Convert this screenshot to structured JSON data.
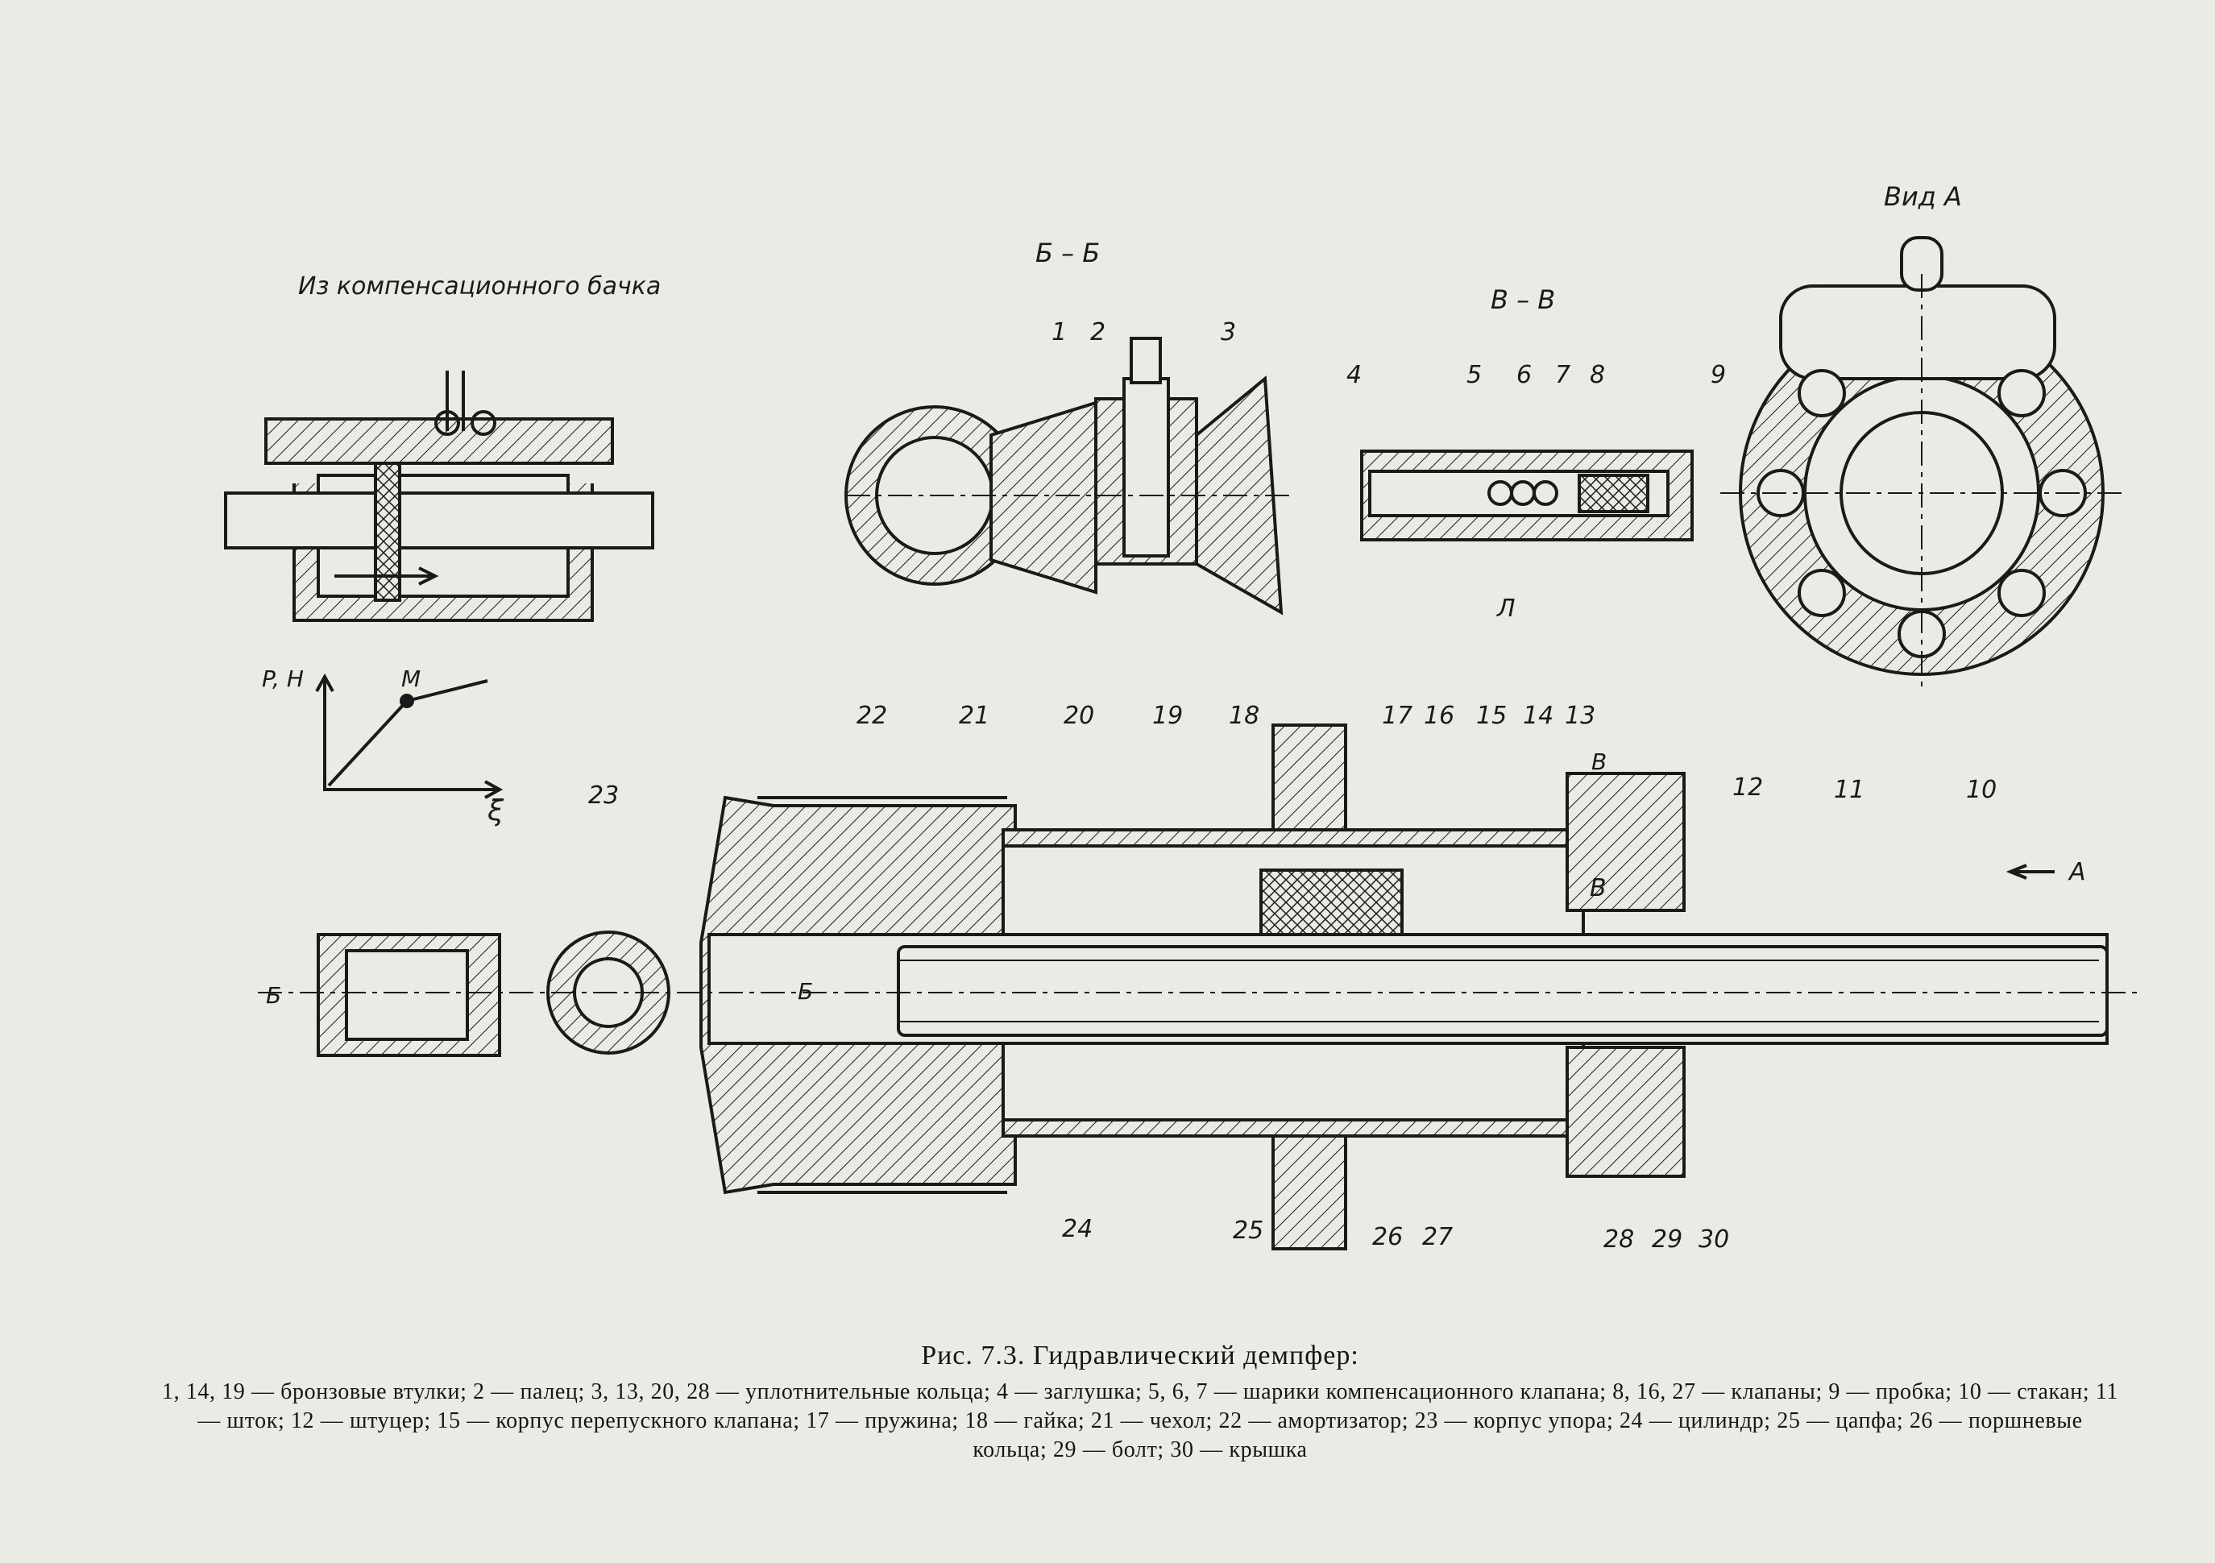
{
  "labels": {
    "compensation_note": "Из компенсационного бачка",
    "graph_y": "P, Н",
    "graph_point": "M",
    "graph_x": "ξ",
    "section_bb": "Б – Б",
    "section_vv": "В – В",
    "view_a": "Вид А",
    "arrow_a": "А",
    "cut_b": "Б",
    "mark_v": "В",
    "mark_l": "Л"
  },
  "callouts": [
    "1",
    "2",
    "3",
    "4",
    "5",
    "6",
    "7",
    "8",
    "9",
    "10",
    "11",
    "12",
    "13",
    "14",
    "15",
    "16",
    "17",
    "18",
    "19",
    "20",
    "21",
    "22",
    "23",
    "24",
    "25",
    "26",
    "27",
    "28",
    "29",
    "30"
  ],
  "caption": {
    "title": "Рис. 7.3. Гидравлический демпфер:",
    "legend": "1, 14, 19 — бронзовые втулки; 2 — палец; 3, 13, 20, 28 — уплотнительные кольца; 4 — заглушка; 5, 6, 7 — шарики компенсационного клапана; 8, 16, 27 — клапаны; 9 — пробка; 10 — стакан; 11 — шток; 12 — штуцер; 15 — корпус перепускного клапана; 17 — пружина; 18 — гайка; 21 — чехол; 22 — амортизатор; 23 — корпус упора; 24 — цилиндр; 25 — цапфа; 26 — поршневые кольца; 29 — болт; 30 — крышка"
  },
  "colors": {
    "paper": "#ebebe6",
    "ink": "#1a1a1a"
  }
}
